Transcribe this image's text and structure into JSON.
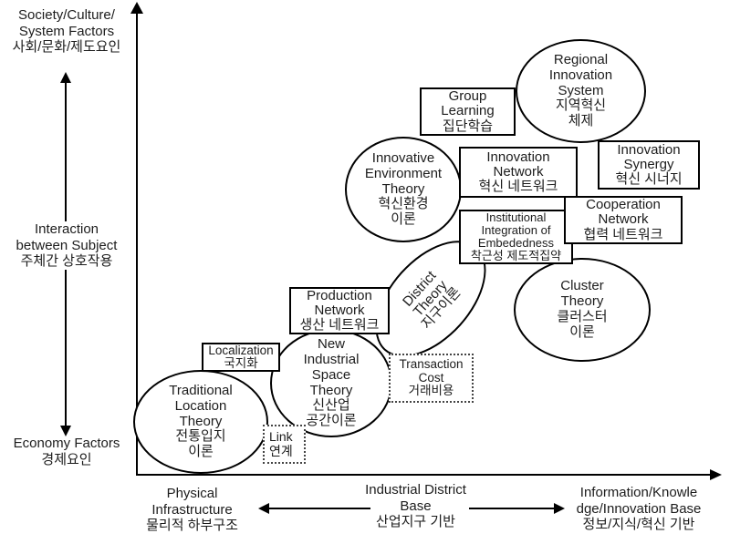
{
  "axis_labels": {
    "y_top": "Society/Culture/\nSystem Factors\n사회/문화/제도요인",
    "y_mid": "Interaction\nbetween Subject\n주체간 상호작용",
    "y_bottom": "Economy Factors\n경제요인",
    "x_left": "Physical\nInfrastructure\n물리적 하부구조",
    "x_mid": "Industrial District\nBase\n산업지구 기반",
    "x_right": "Information/Knowle\ndge/Innovation Base\n정보/지식/혁신 기반"
  },
  "nodes": {
    "traditional_location": {
      "shape": "ellipse",
      "label": "Traditional\nLocation\nTheory\n전통입지\n이론"
    },
    "localization": {
      "shape": "solid-box",
      "label": "Localization\n국지화"
    },
    "link": {
      "shape": "dotted-box",
      "label": "Link\n연계"
    },
    "new_industrial_space": {
      "shape": "ellipse",
      "label": "New\nIndustrial\nSpace\nTheory\n신산업\n공간이론"
    },
    "production_network": {
      "shape": "solid-box",
      "label": "Production\nNetwork\n생산 네트워크"
    },
    "transaction_cost": {
      "shape": "dotted-box",
      "label": "Transaction\nCost\n거래비용"
    },
    "district_theory": {
      "shape": "rotated-ellipse",
      "label": "District\nTheory\n지구이론"
    },
    "innovative_environment": {
      "shape": "ellipse",
      "label": "Innovative\nEnvironment\nTheory\n혁신환경\n이론"
    },
    "group_learning": {
      "shape": "solid-box",
      "label": "Group\nLearning\n집단학습"
    },
    "innovation_network": {
      "shape": "solid-box",
      "label": "Innovation\nNetwork\n혁신 네트워크"
    },
    "regional_innovation_system": {
      "shape": "ellipse",
      "label": "Regional\nInnovation\nSystem\n지역혁신\n체제"
    },
    "innovation_synergy": {
      "shape": "solid-box",
      "label": "Innovation\nSynergy\n혁신 시너지"
    },
    "institutional_integration": {
      "shape": "solid-box",
      "label": "Institutional\nIntegration of\nEmbededness\n착근성 제도적집약"
    },
    "cooperation_network": {
      "shape": "solid-box",
      "label": "Cooperation\nNetwork\n협력 네트워크"
    },
    "cluster_theory": {
      "shape": "ellipse",
      "label": "Cluster\nTheory\n클러스터\n이론"
    }
  },
  "colors": {
    "line": "#000000",
    "background": "#ffffff",
    "text": "#1c1c1c"
  }
}
